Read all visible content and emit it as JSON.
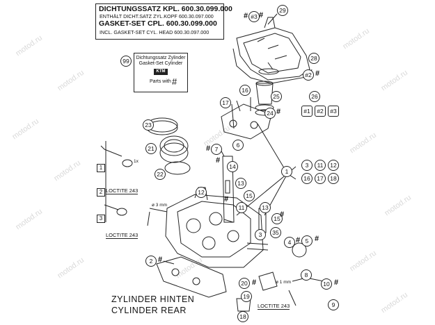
{
  "gasket_box": {
    "line1": "DICHTUNGSSATZ KPL.  600.30.099.000",
    "line2": "ENTHÄLT DICHT.SATZ ZYL.KOPF 600.30.097.000",
    "line3": "GASKET-SET CPL.        600.30.099.000",
    "line4": "INCL. GASKET-SET CYL. HEAD 600.30.097.000"
  },
  "kit_box": {
    "line1": "Dichtungssatz Zylinder",
    "line2": "Gasket-Set Cylinder",
    "logo": "KTM",
    "parts_with": "Parts with",
    "hash": "#"
  },
  "captions": {
    "line1": "ZYLINDER HINTEN",
    "line2": "CYLINDER REAR"
  },
  "loctite": {
    "a": "LOCTITE 243",
    "b": "LOCTITE 243",
    "c": "LOCTITE 243"
  },
  "dims": {
    "d1": "ø 3 mm",
    "d2": "ø 1 mm",
    "d3": "1x"
  },
  "steps": [
    "1",
    "2",
    "3"
  ],
  "callouts": [
    {
      "n": "99"
    },
    {
      "n": "29"
    },
    {
      "n": "#3"
    },
    {
      "n": "28"
    },
    {
      "n": "#2"
    },
    {
      "n": "25"
    },
    {
      "n": "16"
    },
    {
      "n": "17"
    },
    {
      "n": "24"
    },
    {
      "n": "26"
    },
    {
      "n": "#1"
    },
    {
      "n": "#2"
    },
    {
      "n": "#3"
    },
    {
      "n": "23"
    },
    {
      "n": "21"
    },
    {
      "n": "22"
    },
    {
      "n": "7"
    },
    {
      "n": "6"
    },
    {
      "n": "14"
    },
    {
      "n": "1"
    },
    {
      "n": "3"
    },
    {
      "n": "11"
    },
    {
      "n": "12"
    },
    {
      "n": "16"
    },
    {
      "n": "17"
    },
    {
      "n": "18"
    },
    {
      "n": "13"
    },
    {
      "n": "15"
    },
    {
      "n": "12"
    },
    {
      "n": "11"
    },
    {
      "n": "13"
    },
    {
      "n": "15"
    },
    {
      "n": "3"
    },
    {
      "n": "35"
    },
    {
      "n": "5"
    },
    {
      "n": "4"
    },
    {
      "n": "2"
    },
    {
      "n": "8"
    },
    {
      "n": "20"
    },
    {
      "n": "19"
    },
    {
      "n": "10"
    },
    {
      "n": "9"
    },
    {
      "n": "18"
    }
  ],
  "hash_marks": [
    "#",
    "#",
    "#",
    "#",
    "#",
    "#",
    "#",
    "#",
    "#",
    "#",
    "#",
    "#",
    "#"
  ],
  "watermark": "motod.ru",
  "colors": {
    "line": "#222222",
    "background": "#ffffff",
    "watermark": "#d9d9d9"
  }
}
